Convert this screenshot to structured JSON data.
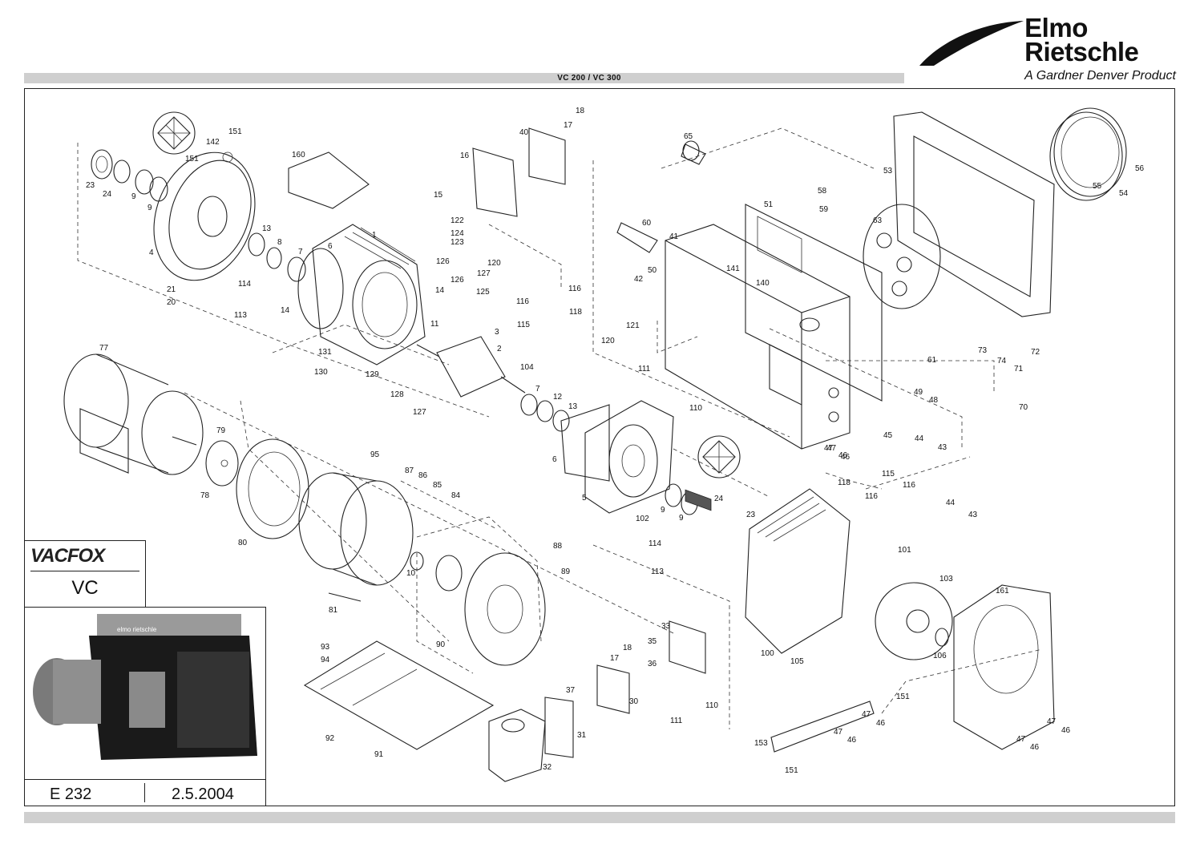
{
  "header": {
    "title": "VC 200  /  VC 300",
    "brand_line1": "Elmo",
    "brand_line2": "Rietschle",
    "brand_sub": "A Gardner Denver Product"
  },
  "infobox": {
    "series_logo": "VACFOX",
    "model": "VC",
    "doc_code": "E 232",
    "doc_date": "2.5.2004"
  },
  "part_labels": {
    "p1": "1",
    "p2": "2",
    "p3": "3",
    "p4": "4",
    "p5": "5",
    "p6a": "6",
    "p6b": "6",
    "p7a": "7",
    "p7b": "7",
    "p8": "8",
    "p9a": "9",
    "p9b": "9",
    "p9c": "9",
    "p9d": "9",
    "p10": "10",
    "p11": "11",
    "p12": "12",
    "p13a": "13",
    "p13b": "13",
    "p14a": "14",
    "p14b": "14",
    "p15": "15",
    "p16": "16",
    "p17a": "17",
    "p17b": "17",
    "p18a": "18",
    "p18b": "18",
    "p20": "20",
    "p21": "21",
    "p23a": "23",
    "p23b": "23",
    "p24a": "24",
    "p24b": "24",
    "p30": "30",
    "p31": "31",
    "p32": "32",
    "p33": "33",
    "p35": "35",
    "p36": "36",
    "p37": "37",
    "p40": "40",
    "p41": "41",
    "p42": "42",
    "p43a": "43",
    "p43b": "43",
    "p44a": "44",
    "p44b": "44",
    "p45": "45",
    "p46a": "46",
    "p46b": "46",
    "p46c": "46",
    "p46d": "46",
    "p46e": "46",
    "p46f": "46",
    "p47a": "47",
    "p47b": "47",
    "p47c": "47",
    "p47d": "47",
    "p47e": "47",
    "p47f": "47",
    "p48": "48",
    "p49": "49",
    "p50": "50",
    "p51": "51",
    "p53": "53",
    "p54": "54",
    "p55": "55",
    "p56": "56",
    "p58": "58",
    "p59": "59",
    "p60": "60",
    "p61": "61",
    "p63": "63",
    "p65": "65",
    "p70": "70",
    "p71": "71",
    "p72": "72",
    "p73": "73",
    "p74": "74",
    "p77": "77",
    "p78": "78",
    "p79": "79",
    "p80": "80",
    "p81": "81",
    "p84": "84",
    "p85": "85",
    "p86": "86",
    "p87": "87",
    "p88": "88",
    "p89": "89",
    "p90": "90",
    "p91": "91",
    "p92": "92",
    "p93": "93",
    "p94": "94",
    "p95": "95",
    "p100": "100",
    "p101": "101",
    "p102": "102",
    "p103": "103",
    "p104": "104",
    "p105": "105",
    "p106": "106",
    "p110a": "110",
    "p110b": "110",
    "p111a": "111",
    "p111b": "111",
    "p113a": "113",
    "p113b": "113",
    "p114a": "114",
    "p114b": "114",
    "p115a": "115",
    "p115b": "115",
    "p116a": "116",
    "p116b": "116",
    "p116c": "116",
    "p116d": "116",
    "p118a": "118",
    "p118b": "118",
    "p120a": "120",
    "p120b": "120",
    "p121": "121",
    "p122": "122",
    "p123": "123",
    "p124": "124",
    "p125": "125",
    "p126a": "126",
    "p126b": "126",
    "p127a": "127",
    "p127b": "127",
    "p128": "128",
    "p129": "129",
    "p130": "130",
    "p131": "131",
    "p140": "140",
    "p141": "141",
    "p142": "142",
    "p151a": "151",
    "p151b": "151",
    "p151c": "151",
    "p151d": "151",
    "p153": "153",
    "p160": "160",
    "p161": "161"
  },
  "colors": {
    "frame": "#222222",
    "bar": "#cfcfcf",
    "background": "#ffffff"
  }
}
